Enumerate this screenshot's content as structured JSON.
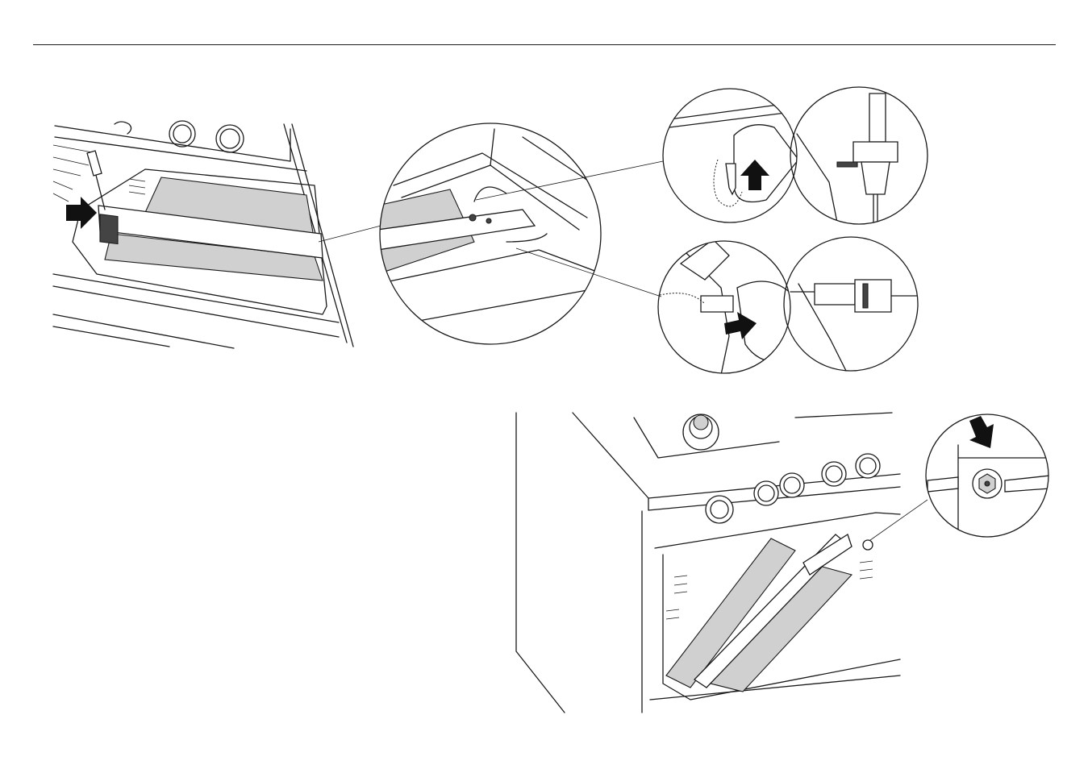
{
  "page": {
    "figures": [
      {
        "id": "fig-remove-burner-cover",
        "depicts": "screwdriver-arrow-burner-cover"
      },
      {
        "id": "fig-detail-burner",
        "depicts": "magnified-burner-connector"
      },
      {
        "id": "fig-connector-up",
        "depicts": "hand-pulling-connector-up-arrow"
      },
      {
        "id": "fig-connector-side",
        "depicts": "hand-pulling-connector-sideways-arrow"
      },
      {
        "id": "fig-oven-burner-removed",
        "depicts": "oven-with-burner-tilted-out"
      },
      {
        "id": "fig-injector-detail",
        "depicts": "hex-injector-arrow"
      }
    ],
    "colors": {
      "line": "#1a1a1a",
      "grille": "#d0d0d0",
      "arrow": "#111111",
      "background": "#ffffff"
    }
  }
}
